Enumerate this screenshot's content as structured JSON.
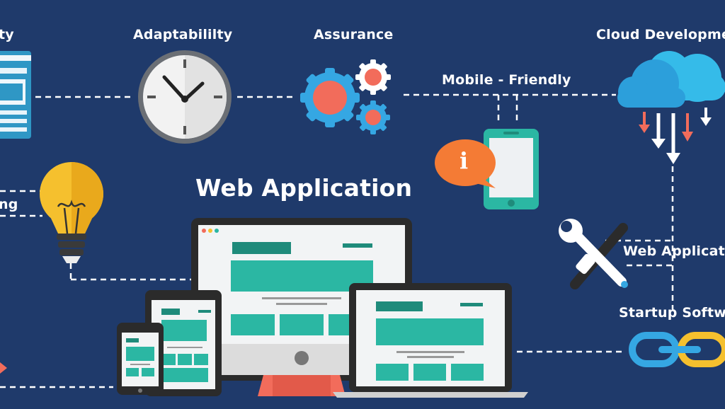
{
  "title": "Web Application",
  "labels": {
    "security": "ty",
    "adaptability": "Adaptabililty",
    "assurance": "Assurance",
    "cloud": "Cloud Developme",
    "mobile": "Mobile - Friendly",
    "ideas": "ng",
    "web_app": "Web Applicat",
    "startup": "Startup Softw"
  },
  "info_glyph": "i",
  "colors": {
    "background": "#1f3a6b",
    "teal": "#2bb7a3",
    "coral": "#f26c5b",
    "orange": "#f47b35",
    "sky": "#35a7e3",
    "yellow": "#f5c02e"
  }
}
